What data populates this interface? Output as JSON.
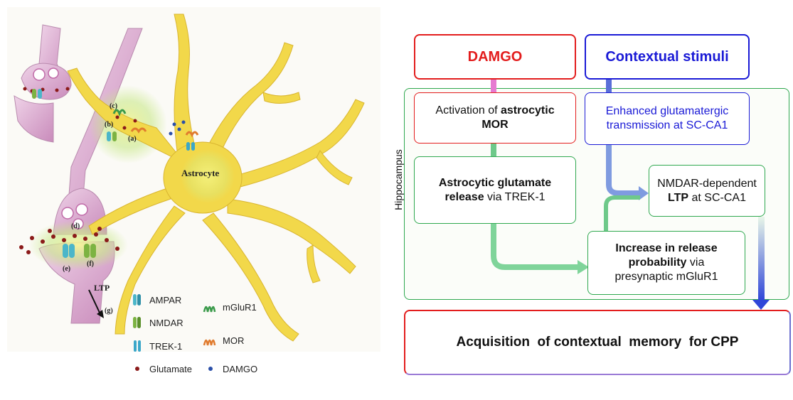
{
  "left": {
    "astrocyte_label": "Astrocyte",
    "markers": [
      "(a)",
      "(b)",
      "(c)",
      "(d)",
      "(e)",
      "(f)"
    ],
    "ltp_label": "LTP",
    "ltp_marker": "(g)",
    "legend": [
      {
        "icon": "ampar-icon",
        "label": "AMPAR",
        "color": "#4bb6c9"
      },
      {
        "icon": "nmdar-icon",
        "label": "NMDAR",
        "color": "#7cb342"
      },
      {
        "icon": "trek1-icon",
        "label": "TREK-1",
        "color": "#3aa7c9"
      },
      {
        "icon": "glutamate-icon",
        "label": "Glutamate",
        "color": "#8b1a1a"
      },
      {
        "icon": "mglur1-icon",
        "label": "mGluR1",
        "color": "#3a9a4a"
      },
      {
        "icon": "mor-icon",
        "label": "MOR",
        "color": "#e07b2e"
      },
      {
        "icon": "damgo-icon",
        "label": "DAMGO",
        "color": "#2a4fa8"
      }
    ]
  },
  "right": {
    "damgo": "DAMGO",
    "contextual": "Contextual stimuli",
    "hippocampus": "Hippocampus",
    "activation_plain": "Activation of ",
    "activation_bold": "astrocytic MOR",
    "enhanced": "Enhanced glutamatergic transmission at SC-CA1",
    "release_bold": "Astrocytic glutamate release",
    "release_plain": " via TREK-1",
    "nmdar_plain": "NMDAR-dependent",
    "nmdar_bold": "LTP",
    "nmdar_tail": " at SC-CA1",
    "increase_bold": "Increase in release probability",
    "increase_plain": " via presynaptic mGluR1",
    "acquisition": "Acquisition  of contextual  memory  for CPP"
  },
  "colors": {
    "red": "#e31d1d",
    "blue": "#1a1ad6",
    "green": "#2fa84f",
    "astro": "#f2d84a",
    "neuron": "#d9a6cf"
  }
}
